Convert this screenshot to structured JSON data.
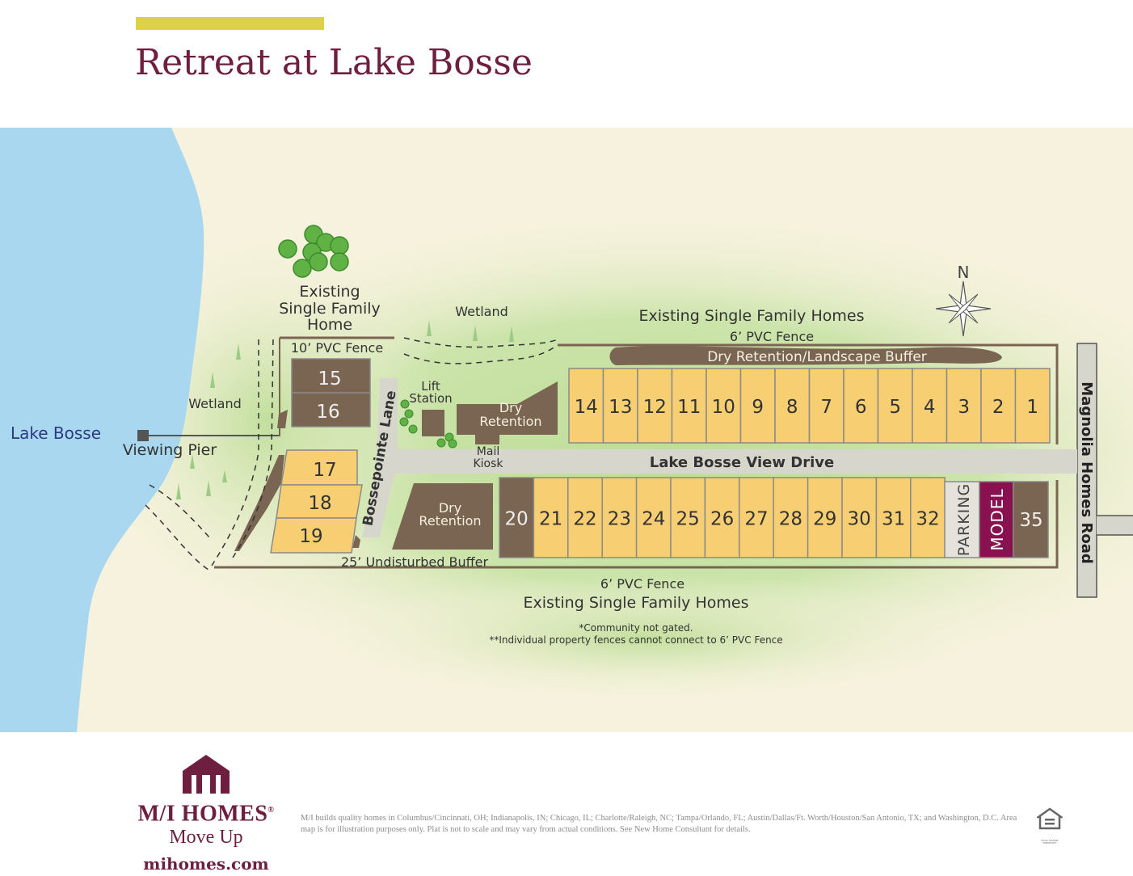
{
  "header": {
    "title": "Retreat at Lake Bosse"
  },
  "map": {
    "compass": "N",
    "water": {
      "lake": "Lake Bosse",
      "pier": "Viewing Pier"
    },
    "roads": {
      "main": "Lake Bosse View Drive",
      "lane": "Bossepointe Lane",
      "highway": "Magnolia Homes Road"
    },
    "labels": {
      "existing_home": [
        "Existing",
        "Single Family",
        "Home"
      ],
      "existing_homes_north": "Existing Single Family Homes",
      "existing_homes_south": "Existing Single Family Homes",
      "fence_10": "10’ PVC Fence",
      "fence_6_north": "6’ PVC Fence",
      "fence_6_south": "6’ PVC Fence",
      "wetland_north": "Wetland",
      "wetland_west": "Wetland",
      "dry_retention_buffer": "Dry Retention/Landscape Buffer",
      "lift_station": [
        "Lift",
        "Station"
      ],
      "dry_retention_1": [
        "Dry",
        "Retention"
      ],
      "dry_retention_2": [
        "Dry",
        "Retention"
      ],
      "mail_kiosk": [
        "Mail",
        "Kiosk"
      ],
      "undisturbed_buffer": "25’ Undisturbed Buffer",
      "note_1": "*Community not gated.",
      "note_2": "**Individual property fences cannot connect to 6’ PVC Fence"
    },
    "north_lots": [
      "14",
      "13",
      "12",
      "11",
      "10",
      "9",
      "8",
      "7",
      "6",
      "5",
      "4",
      "3",
      "2",
      "1"
    ],
    "south_lots": [
      "20",
      "21",
      "22",
      "23",
      "24",
      "25",
      "26",
      "27",
      "28",
      "29",
      "30",
      "31",
      "32"
    ],
    "lot_35": "35",
    "parking": "PARKING",
    "model": "MODEL",
    "west_lots_dark": [
      "15",
      "16"
    ],
    "west_lots": [
      "17",
      "18",
      "19"
    ],
    "colors": {
      "lot": "#f7cf72",
      "sold": "#7a6552",
      "model": "#8a1150",
      "parking": "#e4e2da",
      "water": "#a8d7ef",
      "road": "#d7d6cc",
      "land": "#f6f2dd",
      "green": "#c6e1a2"
    }
  },
  "footer": {
    "brand": "M/I HOMES",
    "trademark": "®",
    "tagline": "Move Up",
    "website": "mihomes.com",
    "disclaimer": "M/I builds quality homes in Columbus/Cincinnati, OH; Indianapolis, IN; Chicago, IL; Charlotte/Raleigh, NC; Tampa/Orlando, FL; Austin/Dallas/Ft. Worth/Houston/San Antonio, TX; and Washington, D.C. Area map is for illustration purposes only. Plat is not to scale and may vary from actual conditions. See New Home Consultant for details.",
    "eho": "EQUAL HOUSING OPPORTUNITY"
  }
}
